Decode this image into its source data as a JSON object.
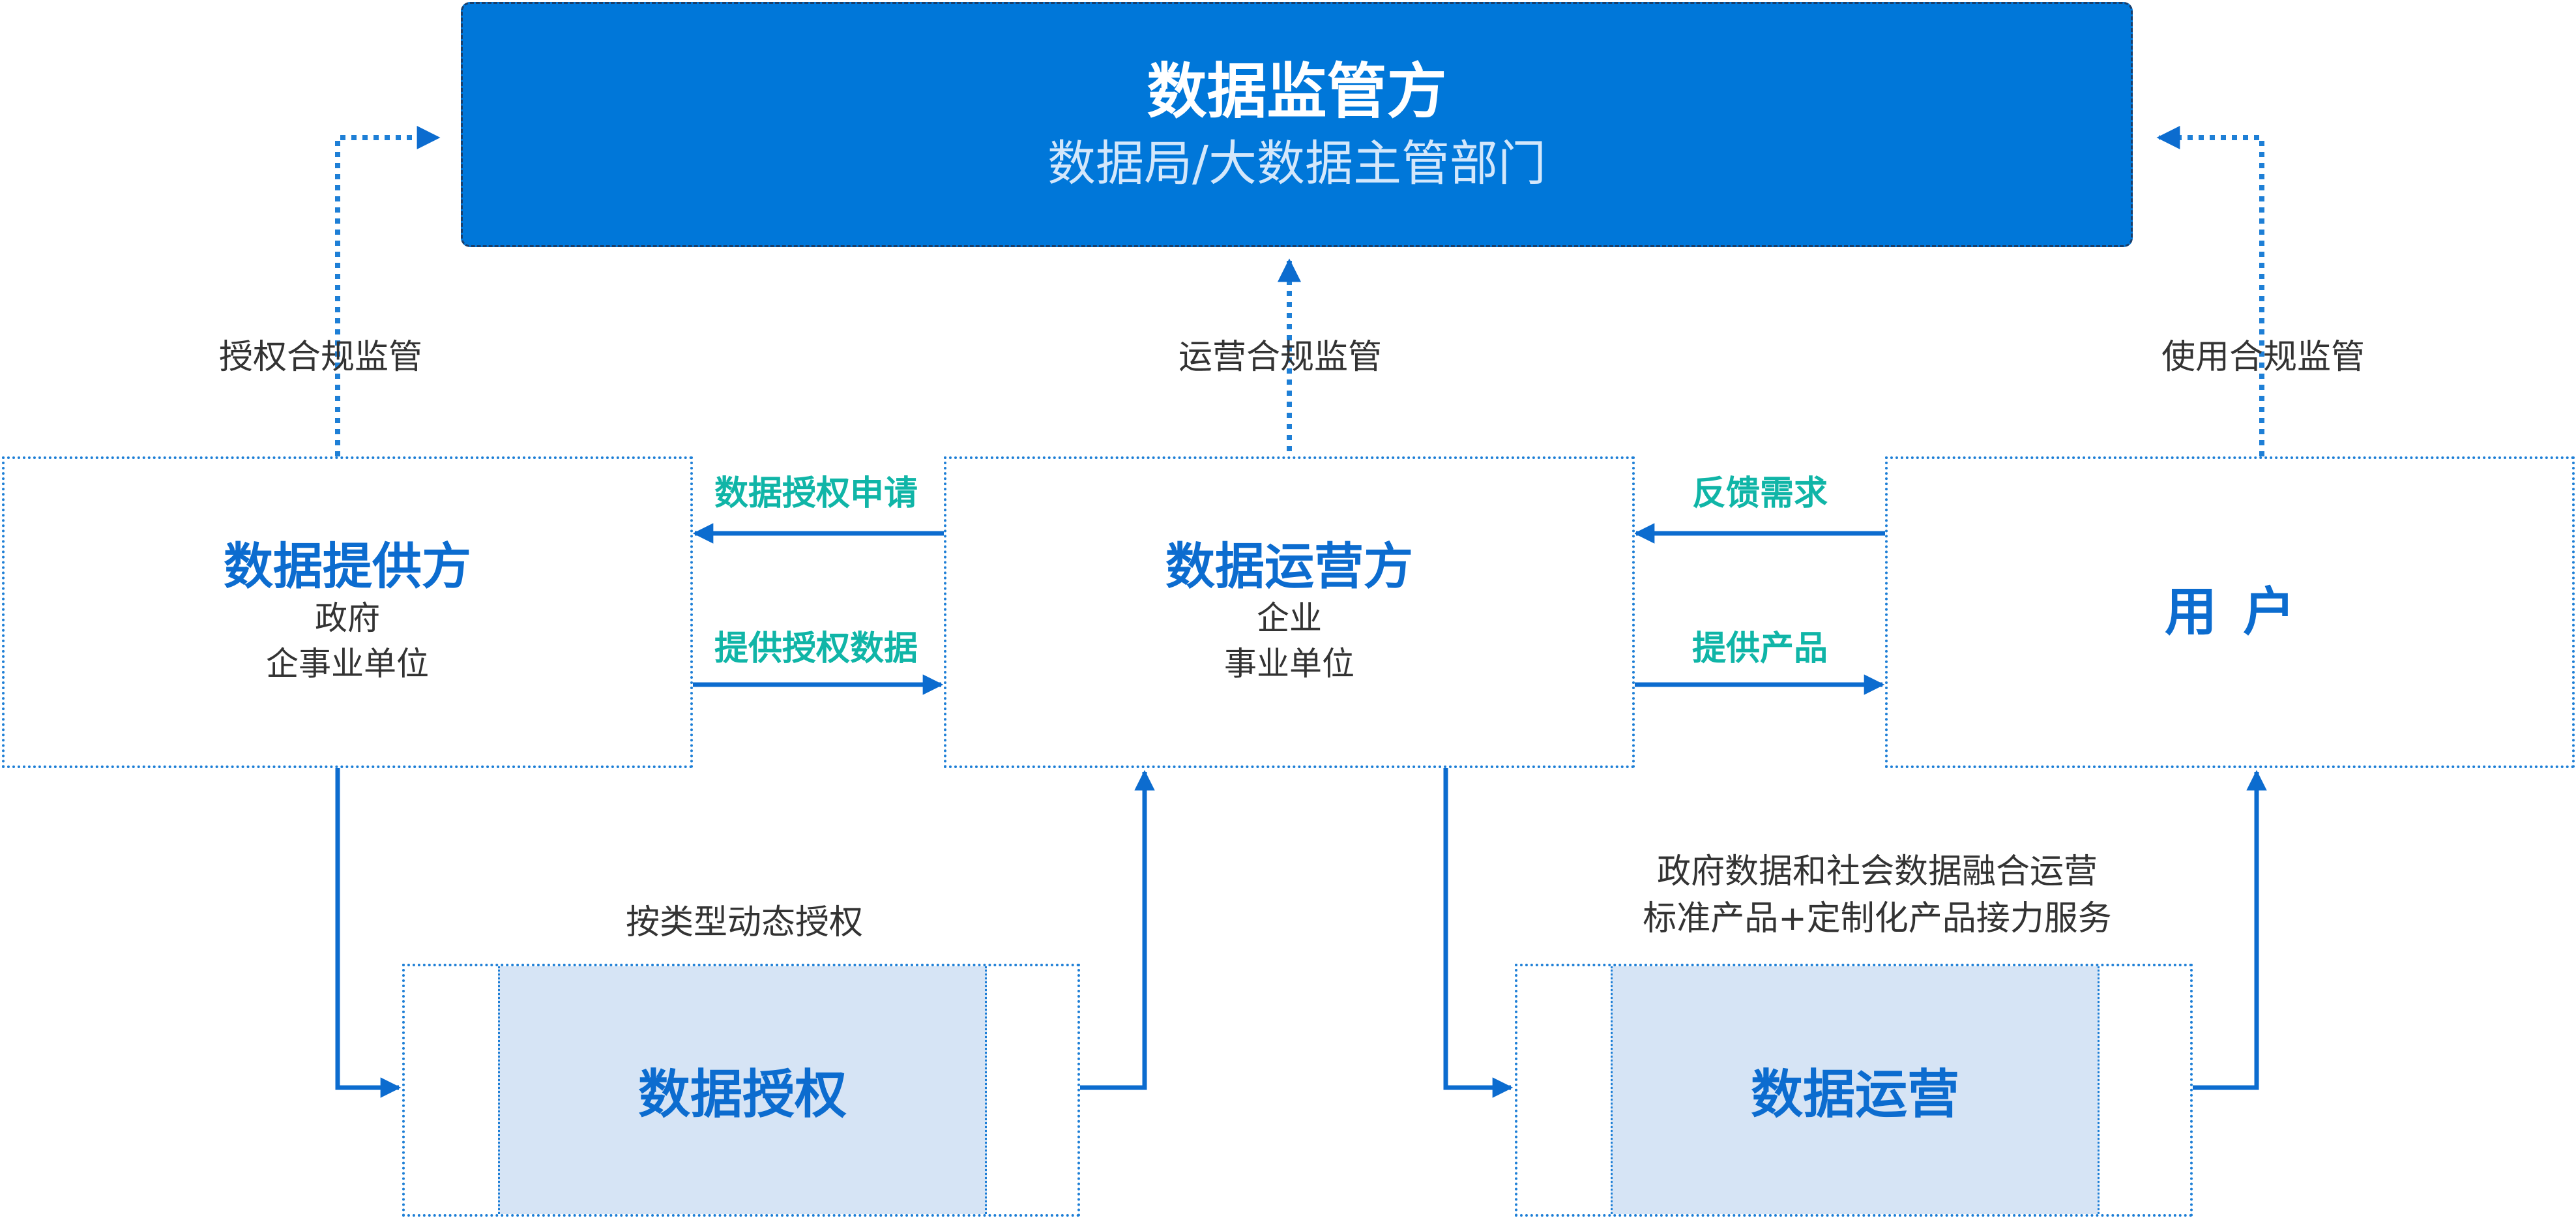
{
  "regulator": {
    "title": "数据监管方",
    "subtitle": "数据局/大数据主管部门"
  },
  "supervision": {
    "left": "授权合规监管",
    "middle": "运营合规监管",
    "right": "使用合规监管"
  },
  "provider": {
    "title": "数据提供方",
    "line1": "政府",
    "line2": "企事业单位"
  },
  "operator": {
    "title": "数据运营方",
    "line1": "企业",
    "line2": "事业单位"
  },
  "user": {
    "title": "用户"
  },
  "flows": {
    "auth_request": "数据授权申请",
    "provide_data": "提供授权数据",
    "feedback": "反馈需求",
    "provide_product": "提供产品"
  },
  "authorization": {
    "caption": "按类型动态授权",
    "title": "数据授权"
  },
  "operation": {
    "caption_line1": "政府数据和社会数据融合运营",
    "caption_line2": "标准产品+定制化产品接力服务",
    "title": "数据运营"
  },
  "colors": {
    "regulator_fill": "#0077d9",
    "accent_blue": "#0c6ccf",
    "teal": "#10b5a7",
    "inner_fill": "#d6e4f5"
  }
}
